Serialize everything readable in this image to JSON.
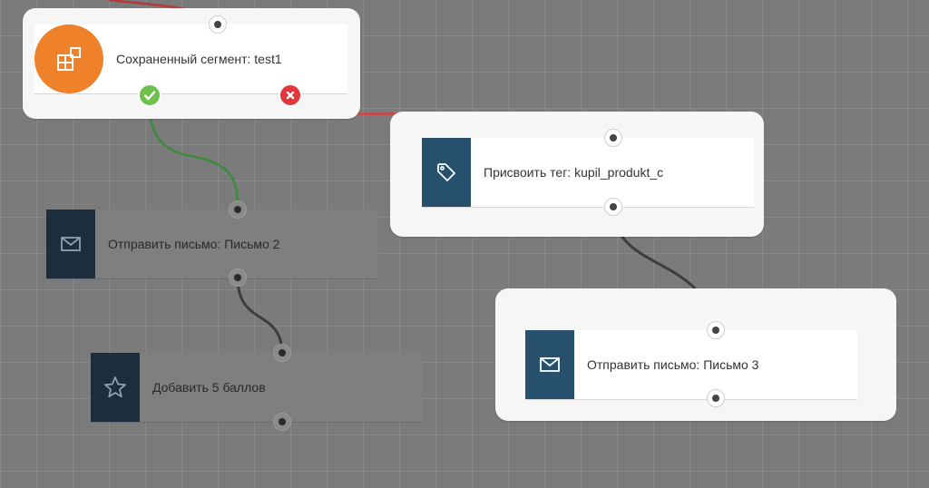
{
  "colors": {
    "canvas": "#7b7b7b",
    "segment_orange": "#f0812b",
    "node_dark_blue": "#26506c",
    "node_dim_blue": "#1c2e3e",
    "yes_green": "#6fc14e",
    "no_red": "#e2373d",
    "link_red": "#d94040",
    "link_green": "#3c8a3c",
    "link_dark": "#3d3d3d"
  },
  "nodes": {
    "segment": {
      "label": "Сохраненный сегмент: test1",
      "icon": "segment-blocks-icon"
    },
    "tag": {
      "label": "Присвоить тег: kupil_produkt_c",
      "icon": "tag-icon"
    },
    "email2": {
      "label": "Отправить письмо: Письмо 2",
      "icon": "envelope-icon"
    },
    "points": {
      "label": "Добавить 5 баллов",
      "icon": "star-icon"
    },
    "email3": {
      "label": "Отправить письмо: Письмо 3",
      "icon": "envelope-icon"
    }
  },
  "badges": {
    "yes": {
      "icon": "check-icon"
    },
    "no": {
      "icon": "cross-icon"
    }
  }
}
